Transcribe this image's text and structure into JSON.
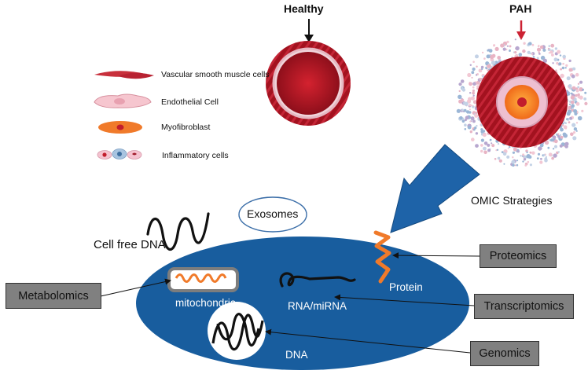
{
  "headers": {
    "healthy": "Healthy",
    "pah": "PAH"
  },
  "legend": [
    {
      "label": "Vascular smooth muscle cells",
      "icon": "smooth-muscle-cell-icon"
    },
    {
      "label": "Endothelial Cell",
      "icon": "endothelial-cell-icon"
    },
    {
      "label": "Myofibroblast",
      "icon": "myofibroblast-icon"
    },
    {
      "label": "Inflammatory cells",
      "icon": "inflammatory-cells-icon"
    }
  ],
  "arrow_label": "OMIC Strategies",
  "exosomes": "Exosomes",
  "cell_free_dna": "Cell free DNA",
  "cell_parts": {
    "mitochondria": "mitochondria",
    "rna": "RNA/miRNA",
    "dna": "DNA",
    "protein": "Protein"
  },
  "omics": {
    "proteomics": "Proteomics",
    "metabolomics": "Metabolomics",
    "transcriptomics": "Transcriptomics",
    "genomics": "Genomics"
  },
  "colors": {
    "cell_blue": "#185d9e",
    "arrow_blue": "#1e63a8",
    "vessel_red": "#b8182a",
    "pah_arrow": "#cc2233",
    "orange": "#f07a2a",
    "box_gray": "#808080"
  }
}
